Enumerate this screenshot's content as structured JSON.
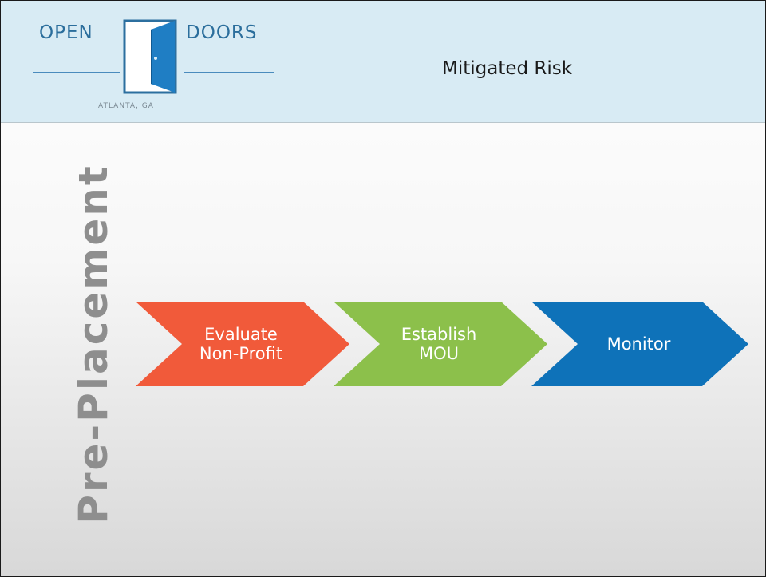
{
  "header": {
    "logo": {
      "word_left": "OPEN",
      "word_right": "DOORS",
      "city": "ATLANTA, GA"
    },
    "title": "Mitigated Risk"
  },
  "side_label": "Pre-Placement",
  "process": {
    "steps": [
      {
        "line1": "Evaluate",
        "line2": "Non-Profit",
        "color": "#f15a3a"
      },
      {
        "line1": "Establish",
        "line2": "MOU",
        "color": "#8cc04b"
      },
      {
        "line1": "Monitor",
        "line2": "",
        "color": "#0e72b9"
      }
    ]
  },
  "colors": {
    "header_bg": "#d8ebf4",
    "logo_blue": "#2b6e9c",
    "side_label": "#8e8e8e"
  }
}
